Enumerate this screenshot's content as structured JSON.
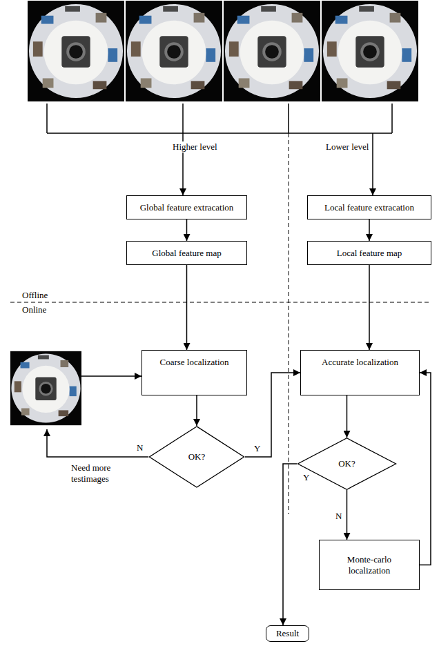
{
  "diagram": {
    "nodes": [
      {
        "text": [
          "Global feature extracation"
        ]
      },
      {
        "text": [
          "Local feature extracation"
        ]
      },
      {
        "text": [
          "Global feature map"
        ]
      },
      {
        "text": [
          "Local feature map"
        ]
      },
      {
        "text": [
          "Coarse localization"
        ]
      },
      {
        "text": [
          "Accurate localization"
        ]
      },
      {
        "text": [
          "OK?"
        ]
      },
      {
        "text": [
          "OK?"
        ]
      },
      {
        "text": [
          "Monte-carlo localization"
        ]
      },
      {
        "text": [
          "Result"
        ]
      }
    ],
    "edges": [
      {
        "from": 0,
        "to": 2,
        "arrow": "to"
      },
      {
        "from": 2,
        "to": 4,
        "arrow": "to"
      },
      {
        "from": 1,
        "to": 3,
        "arrow": "to"
      },
      {
        "from": 3,
        "to": 5,
        "arrow": "to"
      },
      {
        "from": 4,
        "to": 6,
        "arrow": "to"
      },
      {
        "from": 6,
        "to": 5,
        "label": "Y",
        "arrow": "to"
      },
      {
        "from": 5,
        "to": 7,
        "arrow": "to"
      },
      {
        "from": 7,
        "to": 9,
        "label": "Y",
        "arrow": "to"
      },
      {
        "from": 7,
        "to": 8,
        "label": "N",
        "arrow": "to"
      },
      {
        "from": 8,
        "to": 5,
        "arrow": "to"
      }
    ],
    "labels": [
      "Higher level",
      "Lower level",
      "Offline",
      "Online",
      "N",
      "Need more testimages"
    ]
  }
}
